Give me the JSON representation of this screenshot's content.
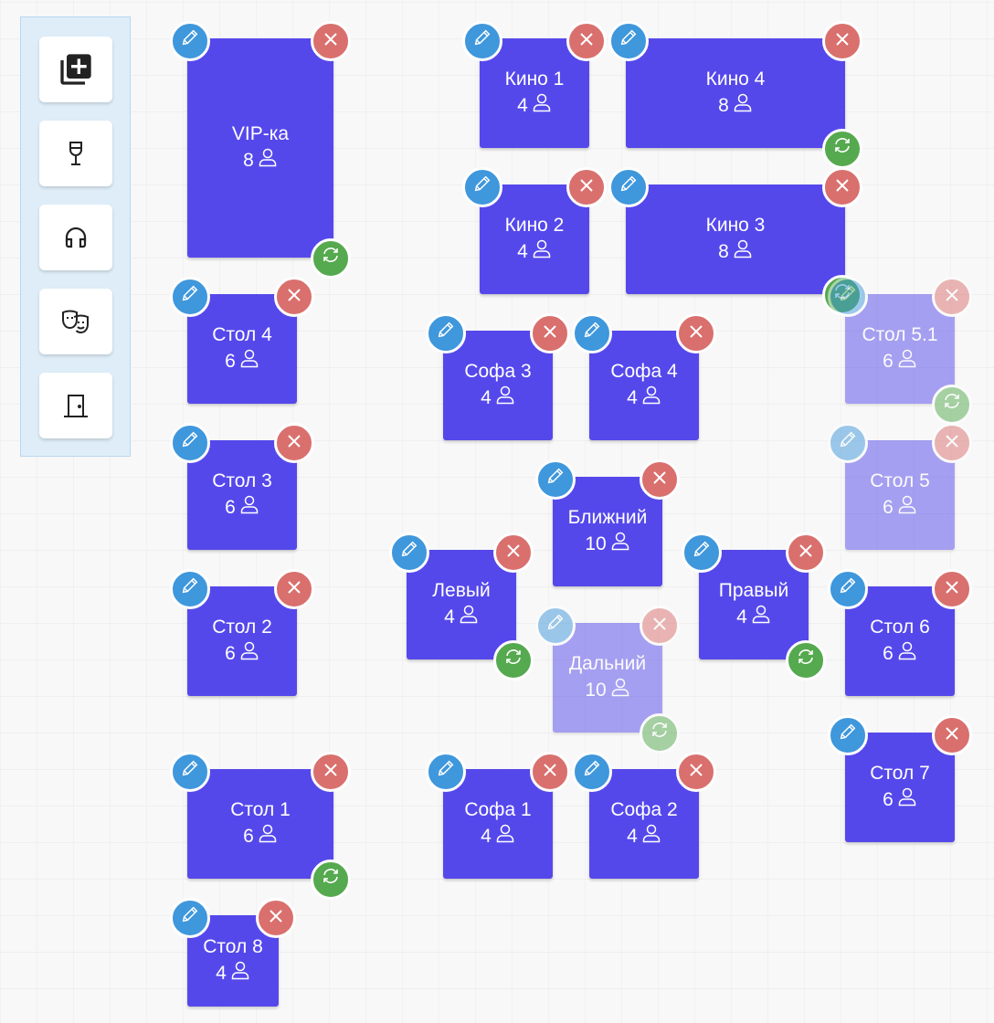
{
  "toolbar": {
    "items": [
      {
        "icon": "add-to-collection-icon"
      },
      {
        "icon": "wine-glass-icon"
      },
      {
        "icon": "headphones-icon"
      },
      {
        "icon": "theater-masks-icon"
      },
      {
        "icon": "door-icon"
      }
    ]
  },
  "colors": {
    "table": "#5548eb",
    "edit": "#3f97dc",
    "delete": "#d9706e",
    "rotate": "#55a94e"
  },
  "tables": [
    {
      "name": "VIP-ка",
      "seats": "8",
      "rotatable": true,
      "faded": false
    },
    {
      "name": "Кино 1",
      "seats": "4",
      "rotatable": false,
      "faded": false
    },
    {
      "name": "Кино 4",
      "seats": "8",
      "rotatable": true,
      "faded": false
    },
    {
      "name": "Кино 2",
      "seats": "4",
      "rotatable": false,
      "faded": false
    },
    {
      "name": "Кино 3",
      "seats": "8",
      "rotatable": true,
      "faded": false
    },
    {
      "name": "Стол 4",
      "seats": "6",
      "rotatable": false,
      "faded": false
    },
    {
      "name": "Стол 5.1",
      "seats": "6",
      "rotatable": true,
      "faded": true
    },
    {
      "name": "Софа 3",
      "seats": "4",
      "rotatable": false,
      "faded": false
    },
    {
      "name": "Софа 4",
      "seats": "4",
      "rotatable": false,
      "faded": false
    },
    {
      "name": "Стол 3",
      "seats": "6",
      "rotatable": false,
      "faded": false
    },
    {
      "name": "Стол 5",
      "seats": "6",
      "rotatable": false,
      "faded": true
    },
    {
      "name": "Ближний",
      "seats": "10",
      "rotatable": false,
      "faded": false
    },
    {
      "name": "Левый",
      "seats": "4",
      "rotatable": true,
      "faded": false
    },
    {
      "name": "Правый",
      "seats": "4",
      "rotatable": true,
      "faded": false
    },
    {
      "name": "Стол 2",
      "seats": "6",
      "rotatable": false,
      "faded": false
    },
    {
      "name": "Стол 6",
      "seats": "6",
      "rotatable": false,
      "faded": false
    },
    {
      "name": "Дальний",
      "seats": "10",
      "rotatable": true,
      "faded": true
    },
    {
      "name": "Стол 7",
      "seats": "6",
      "rotatable": false,
      "faded": false
    },
    {
      "name": "Стол 1",
      "seats": "6",
      "rotatable": true,
      "faded": false
    },
    {
      "name": "Софа 1",
      "seats": "4",
      "rotatable": false,
      "faded": false
    },
    {
      "name": "Софа 2",
      "seats": "4",
      "rotatable": false,
      "faded": false
    },
    {
      "name": "Стол 8",
      "seats": "4",
      "rotatable": false,
      "faded": false
    }
  ]
}
